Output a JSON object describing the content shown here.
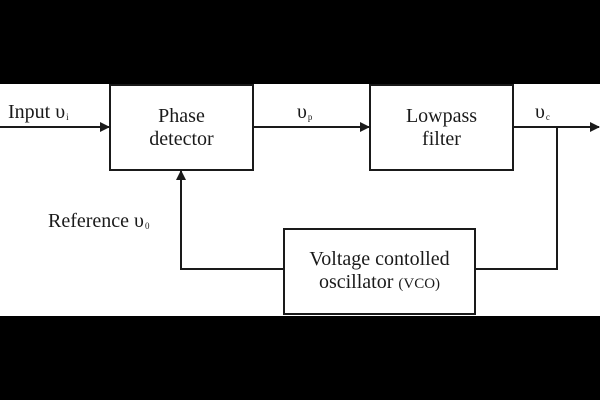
{
  "blocks": {
    "phase_detector": {
      "line1": "Phase",
      "line2": "detector"
    },
    "lowpass_filter": {
      "line1": "Lowpass",
      "line2": "filter"
    },
    "vco": {
      "line1": "Voltage contolled",
      "line2_main": "oscillator",
      "line2_paren": "(VCO)"
    }
  },
  "signals": {
    "input": {
      "text": "Input",
      "symbol": "υ",
      "subscript": "i"
    },
    "vp": {
      "symbol": "υ",
      "subscript": "p"
    },
    "vc": {
      "symbol": "υ",
      "subscript": "c"
    },
    "reference": {
      "text": "Reference",
      "symbol": "υ",
      "subscript": "0"
    }
  },
  "colors": {
    "background": "#000000",
    "panel": "#ffffff",
    "ink": "#1a1a1a"
  }
}
